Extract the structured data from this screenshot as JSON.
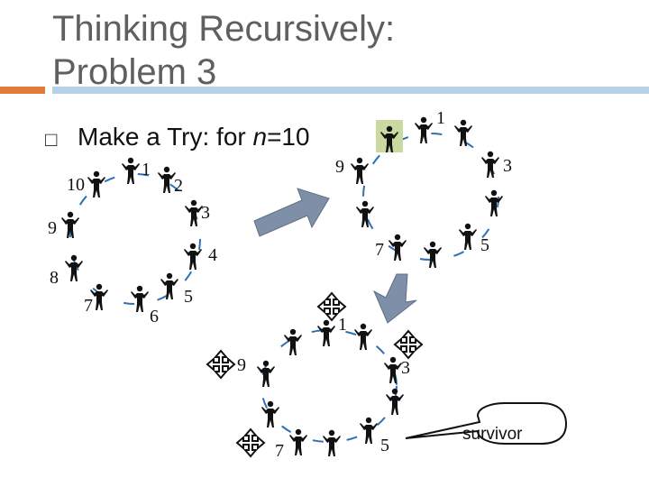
{
  "slide": {
    "title_line1": "Thinking Recursively:",
    "title_line2": "Problem 3",
    "bullet_prefix": "Make a Try: for ",
    "bullet_var": "n",
    "bullet_suffix": "=10"
  },
  "diagram": {
    "circle_a_labels": [
      "1",
      "2",
      "3",
      "4",
      "5",
      "6",
      "7",
      "8",
      "9",
      "10"
    ],
    "circle_b_labels": [
      "1",
      "3",
      "5",
      "7",
      "9"
    ],
    "circle_c_labels": [
      "1",
      "3",
      "5",
      "7",
      "9"
    ],
    "callout_text": "survivor",
    "colors": {
      "ring": "#2e6fb5",
      "arrow_fill": "#7f8fa8",
      "highlight": "#c9d9a0"
    }
  }
}
